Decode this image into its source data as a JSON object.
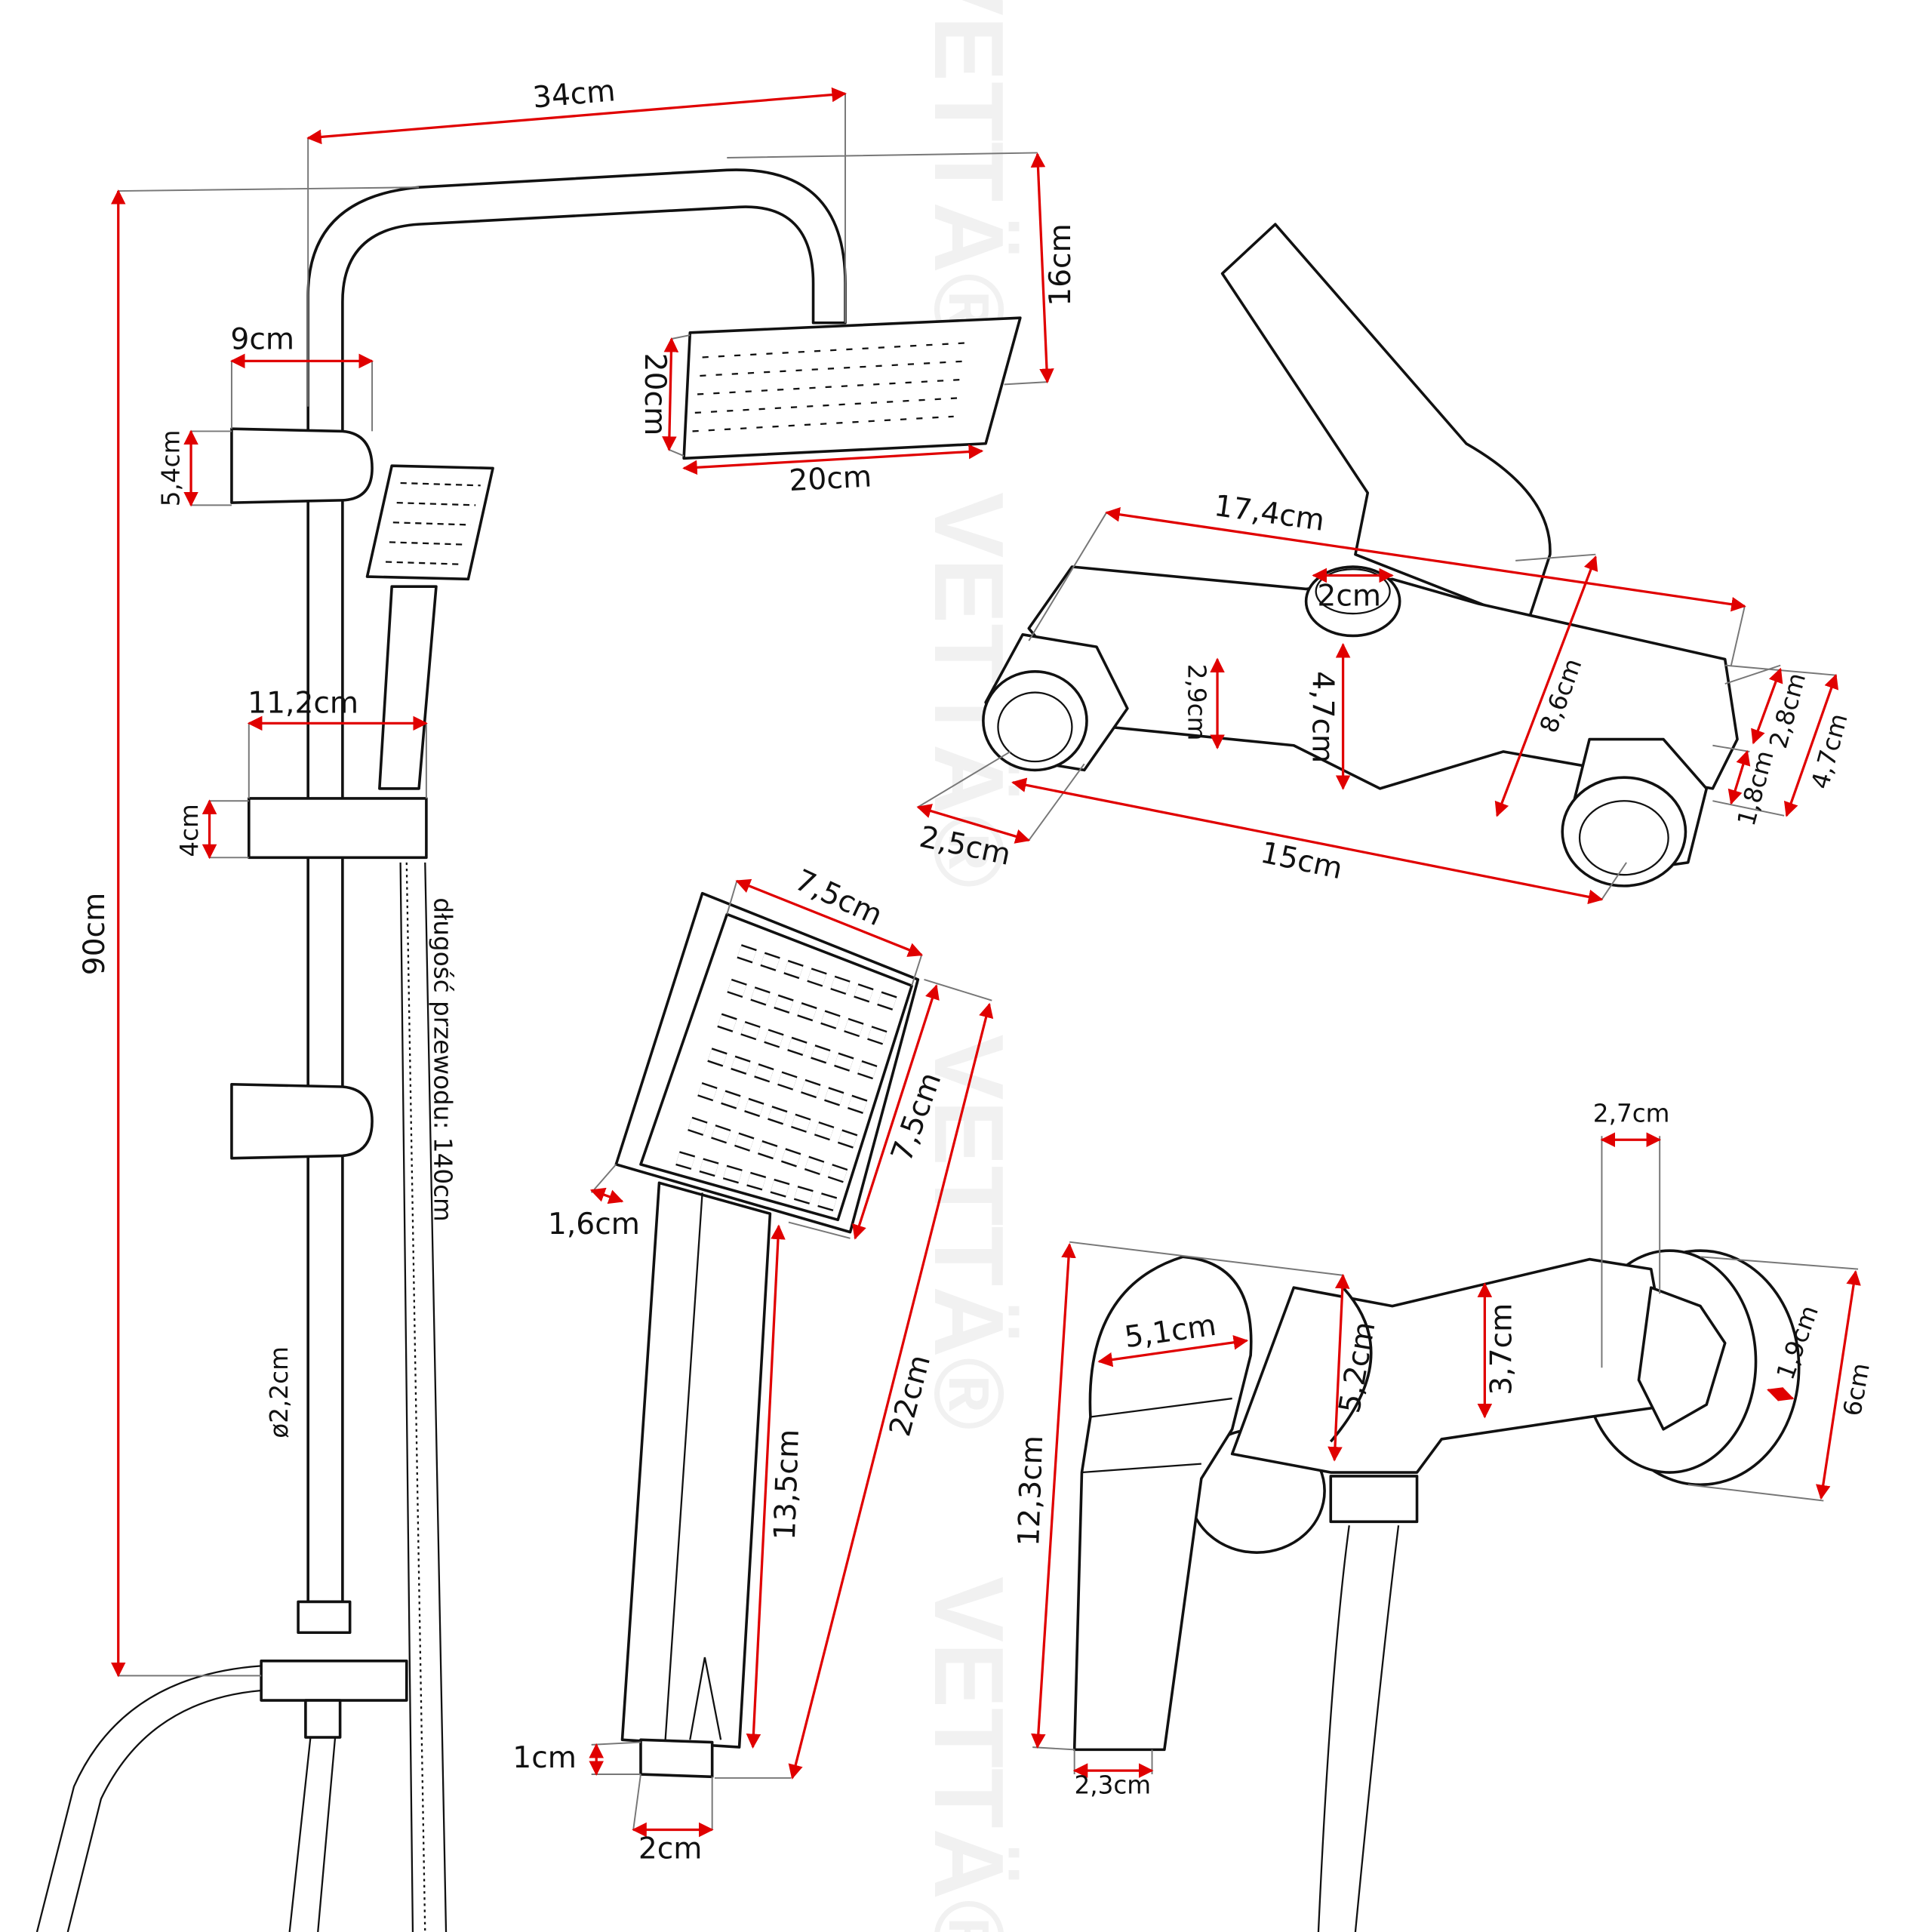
{
  "watermark": "VETTÄ®",
  "colors": {
    "dimension_line": "#e00000",
    "outline": "#111111",
    "extension_line": "#777777",
    "watermark": "#f1f1f1"
  },
  "shower_column": {
    "width": "34cm",
    "head_drop": "16cm",
    "height": "90cm",
    "holder_top_depth": "9cm",
    "holder_top_height": "5,4cm",
    "head_depth": "20cm",
    "head_width": "20cm",
    "slider_depth": "11,2cm",
    "slider_height": "4cm",
    "hose_length": "długość przewodu: 140cm",
    "pipe_diameter": "ø2,2cm"
  },
  "mixer_top": {
    "length": "17,4cm",
    "outlet": "2cm",
    "body_height": "2,9cm",
    "outlet_height": "4,7cm",
    "depth": "8,6cm",
    "side_a": "2,8cm",
    "side_b": "4,7cm",
    "side_c": "1,8cm",
    "connector": "2,5cm",
    "spacing": "15cm"
  },
  "hand_shower": {
    "head_width": "7,5cm",
    "head_height": "7,5cm",
    "total_length": "22cm",
    "head_thickness": "1,6cm",
    "handle_length": "13,5cm",
    "thread_length": "1cm",
    "thread_diameter": "2cm"
  },
  "mixer_front": {
    "flange_offset": "2,7cm",
    "lever_width": "5,1cm",
    "body_diameter": "5,2cm",
    "body_height": "3,7cm",
    "lever_length": "12,3cm",
    "nut": "1,9cm",
    "flange_diameter": "6cm",
    "lever_thickness": "2,3cm"
  }
}
